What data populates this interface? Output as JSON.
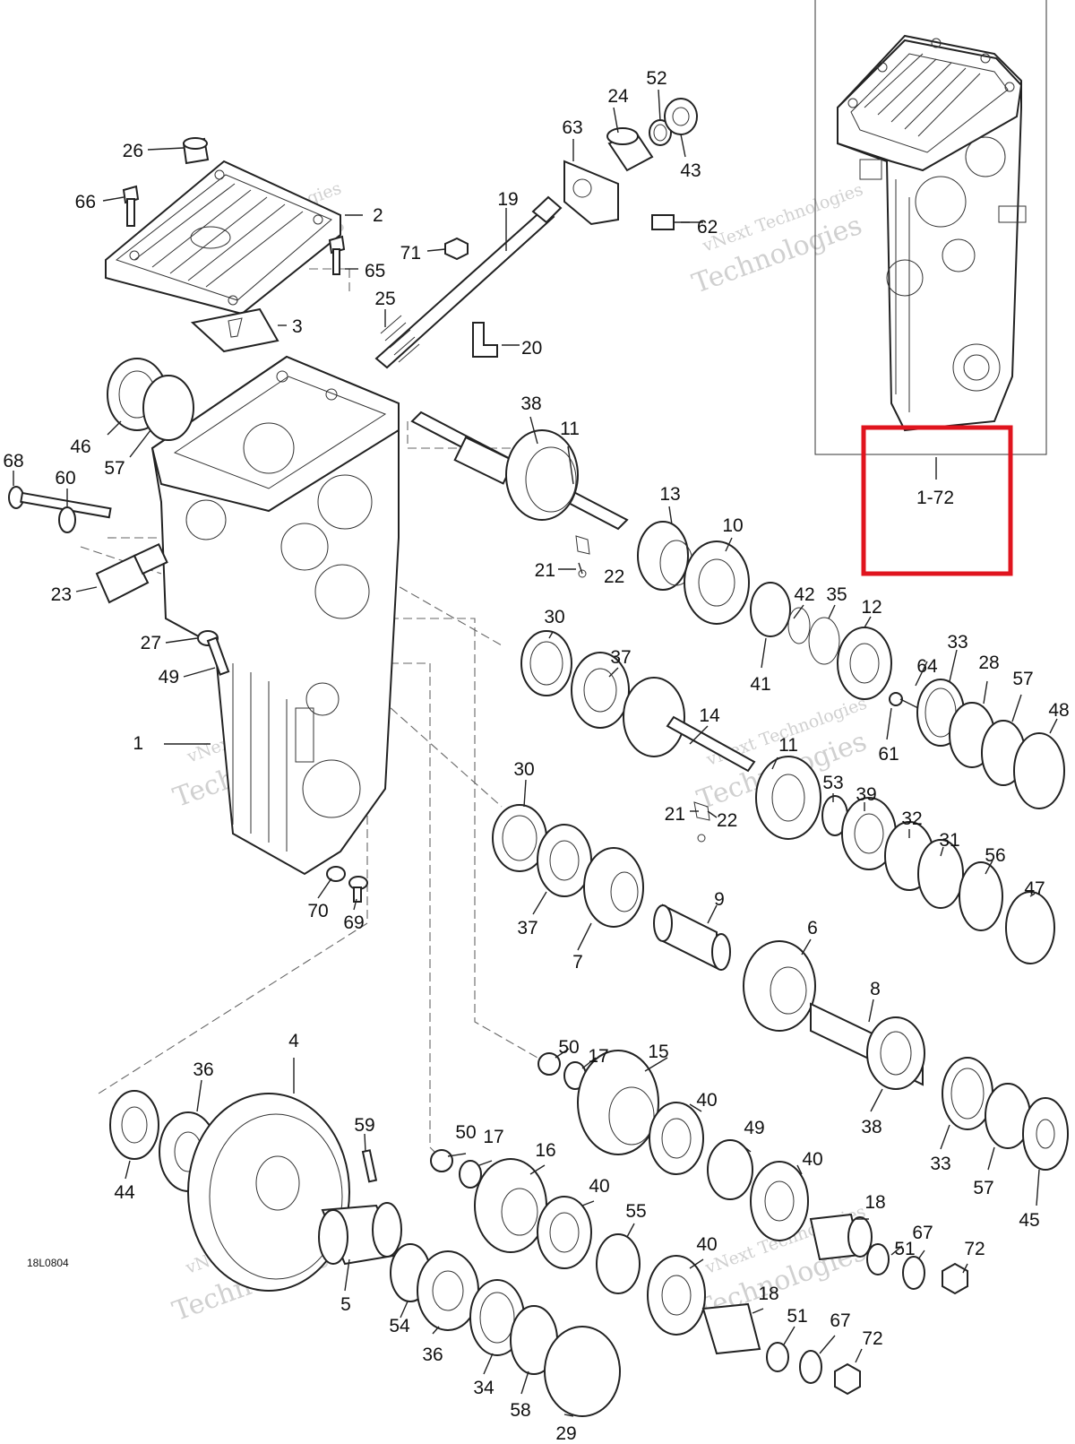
{
  "diagram": {
    "code": "18L0804",
    "watermark": {
      "line1": "vNext Technologies",
      "line2": "Technologies"
    },
    "highlight_box": {
      "label": "1-72",
      "color": "#e0141e"
    },
    "labels": {
      "n1": "1",
      "n2": "2",
      "n3": "3",
      "n4": "4",
      "n5": "5",
      "n6": "6",
      "n7": "7",
      "n8": "8",
      "n9": "9",
      "n10": "10",
      "n11a": "11",
      "n11b": "11",
      "n12": "12",
      "n13": "13",
      "n14": "14",
      "n15": "15",
      "n16": "16",
      "n17a": "17",
      "n17b": "17",
      "n18a": "18",
      "n18b": "18",
      "n19": "19",
      "n20": "20",
      "n21a": "21",
      "n21b": "21",
      "n22a": "22",
      "n22b": "22",
      "n23": "23",
      "n24": "24",
      "n25": "25",
      "n26": "26",
      "n27": "27",
      "n28": "28",
      "n29": "29",
      "n30a": "30",
      "n30b": "30",
      "n31": "31",
      "n32": "32",
      "n33a": "33",
      "n33b": "33",
      "n34": "34",
      "n35": "35",
      "n36a": "36",
      "n36b": "36",
      "n37a": "37",
      "n37b": "37",
      "n38a": "38",
      "n38b": "38",
      "n39": "39",
      "n40a": "40",
      "n40b": "40",
      "n40c": "40",
      "n40d": "40",
      "n41": "41",
      "n42": "42",
      "n43": "43",
      "n44": "44",
      "n45": "45",
      "n46": "46",
      "n47": "47",
      "n48": "48",
      "n49a": "49",
      "n49b": "49",
      "n50a": "50",
      "n50b": "50",
      "n51a": "51",
      "n51b": "51",
      "n52": "52",
      "n53": "53",
      "n54": "54",
      "n55": "55",
      "n56": "56",
      "n57a": "57",
      "n57b": "57",
      "n57c": "57",
      "n58": "58",
      "n59": "59",
      "n60": "60",
      "n61": "61",
      "n62": "62",
      "n63": "63",
      "n64": "64",
      "n65": "65",
      "n66": "66",
      "n67a": "67",
      "n67b": "67",
      "n68": "68",
      "n69": "69",
      "n70": "70",
      "n71": "71",
      "n72a": "72",
      "n72b": "72"
    }
  }
}
